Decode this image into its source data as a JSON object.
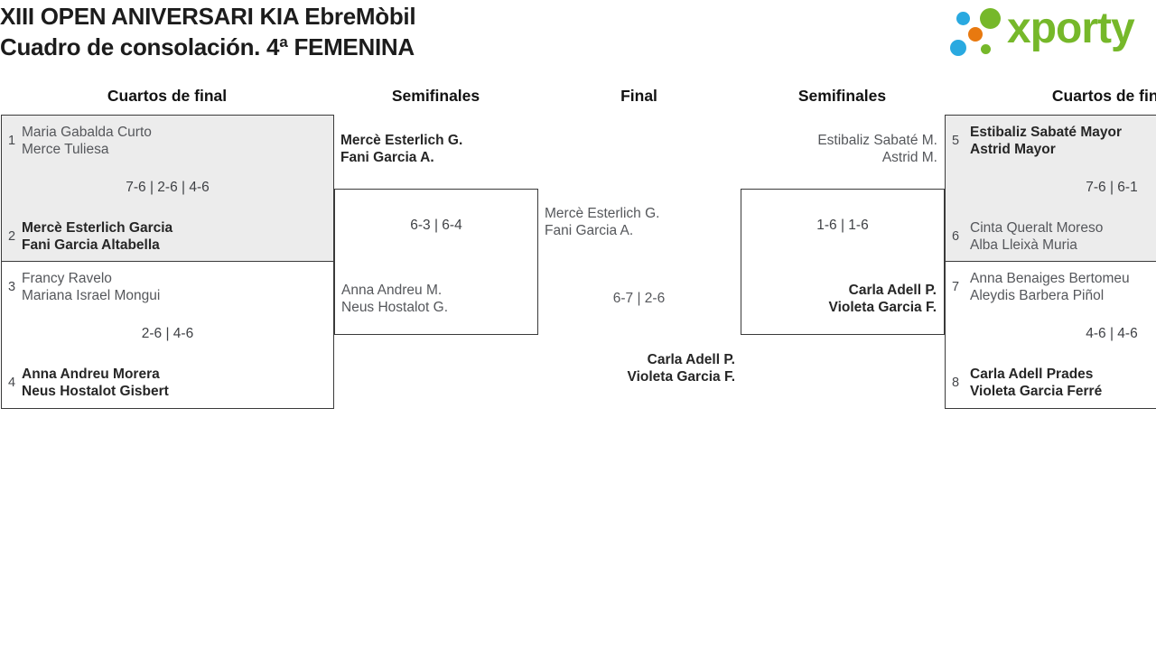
{
  "page": {
    "title_line1": "XIII OPEN ANIVERSARI KIA EbreMòbil",
    "title_line2": "Cuadro de consolación. 4ª FEMENINA"
  },
  "logo": {
    "text": "xporty",
    "colors": {
      "green": "#76b82a",
      "blue": "#29a9e0",
      "orange": "#e8790f"
    }
  },
  "round_headers": [
    "Cuartos de final",
    "Semifinales",
    "Final",
    "Semifinales",
    "Cuartos de final"
  ],
  "matches": {
    "left_qf_top": {
      "seed_a": "1",
      "team_a1": "Maria Gabalda Curto",
      "team_a2": "Merce Tuliesa",
      "score": "7-6 | 2-6 | 4-6",
      "seed_b": "2",
      "team_b1": "Mercè Esterlich Garcia",
      "team_b2": "Fani Garcia Altabella"
    },
    "left_qf_bottom": {
      "seed_a": "3",
      "team_a1": "Francy Ravelo",
      "team_a2": "Mariana Israel Mongui",
      "score": "2-6 | 4-6",
      "seed_b": "4",
      "team_b1": "Anna Andreu Morera",
      "team_b2": "Neus Hostalot Gisbert"
    },
    "left_sf": {
      "team_a1": "Mercè Esterlich G.",
      "team_a2": "Fani Garcia A.",
      "score": "6-3 | 6-4",
      "team_b1": "Anna Andreu M.",
      "team_b2": "Neus Hostalot G."
    },
    "final": {
      "team_a1": "Mercè Esterlich G.",
      "team_a2": "Fani Garcia A.",
      "score": "6-7 | 2-6",
      "team_b1": "Carla Adell P.",
      "team_b2": "Violeta Garcia F."
    },
    "right_sf": {
      "team_a1": "Estibaliz Sabaté M.",
      "team_a2": "Astrid M.",
      "score": "1-6 | 1-6",
      "team_b1": "Carla Adell P.",
      "team_b2": "Violeta Garcia F."
    },
    "right_qf_top": {
      "seed_a": "5",
      "team_a1": "Estibaliz Sabaté Mayor",
      "team_a2": "Astrid Mayor",
      "score": "7-6 | 6-1",
      "seed_b": "6",
      "team_b1": "Cinta Queralt Moreso",
      "team_b2": "Alba Lleixà Muria"
    },
    "right_qf_bottom": {
      "seed_a": "7",
      "team_a1": "Anna Benaiges Bertomeu",
      "team_a2": "Aleydis Barbera Piñol",
      "score": "4-6 | 4-6",
      "seed_b": "8",
      "team_b1": "Carla Adell Prades",
      "team_b2": "Violeta Garcia Ferré"
    }
  }
}
